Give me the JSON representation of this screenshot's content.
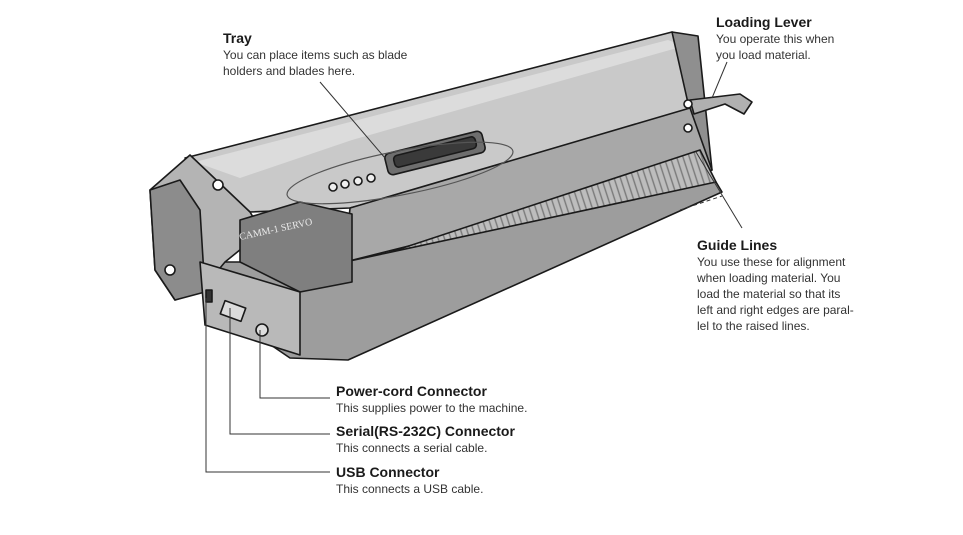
{
  "callouts": {
    "tray": {
      "title": "Tray",
      "desc_lines": [
        "You can place items such as blade",
        "holders and blades here."
      ]
    },
    "loading_lever": {
      "title": "Loading Lever",
      "desc_lines": [
        "You operate this when",
        "you load material."
      ]
    },
    "guide_lines": {
      "title": "Guide Lines",
      "desc_lines": [
        "You use these for alignment",
        "when loading material. You",
        "load the material so that its",
        "left and right edges are paral-",
        "lel to the raised lines."
      ]
    },
    "power_cord": {
      "title": "Power-cord Connector",
      "desc": "This supplies power to the machine."
    },
    "serial": {
      "title": "Serial(RS-232C) Connector",
      "desc": "This connects a serial cable."
    },
    "usb": {
      "title": "USB Connector",
      "desc": "This connects a USB cable."
    }
  },
  "machine": {
    "brand_text": "CAMM-1 SERVO"
  }
}
